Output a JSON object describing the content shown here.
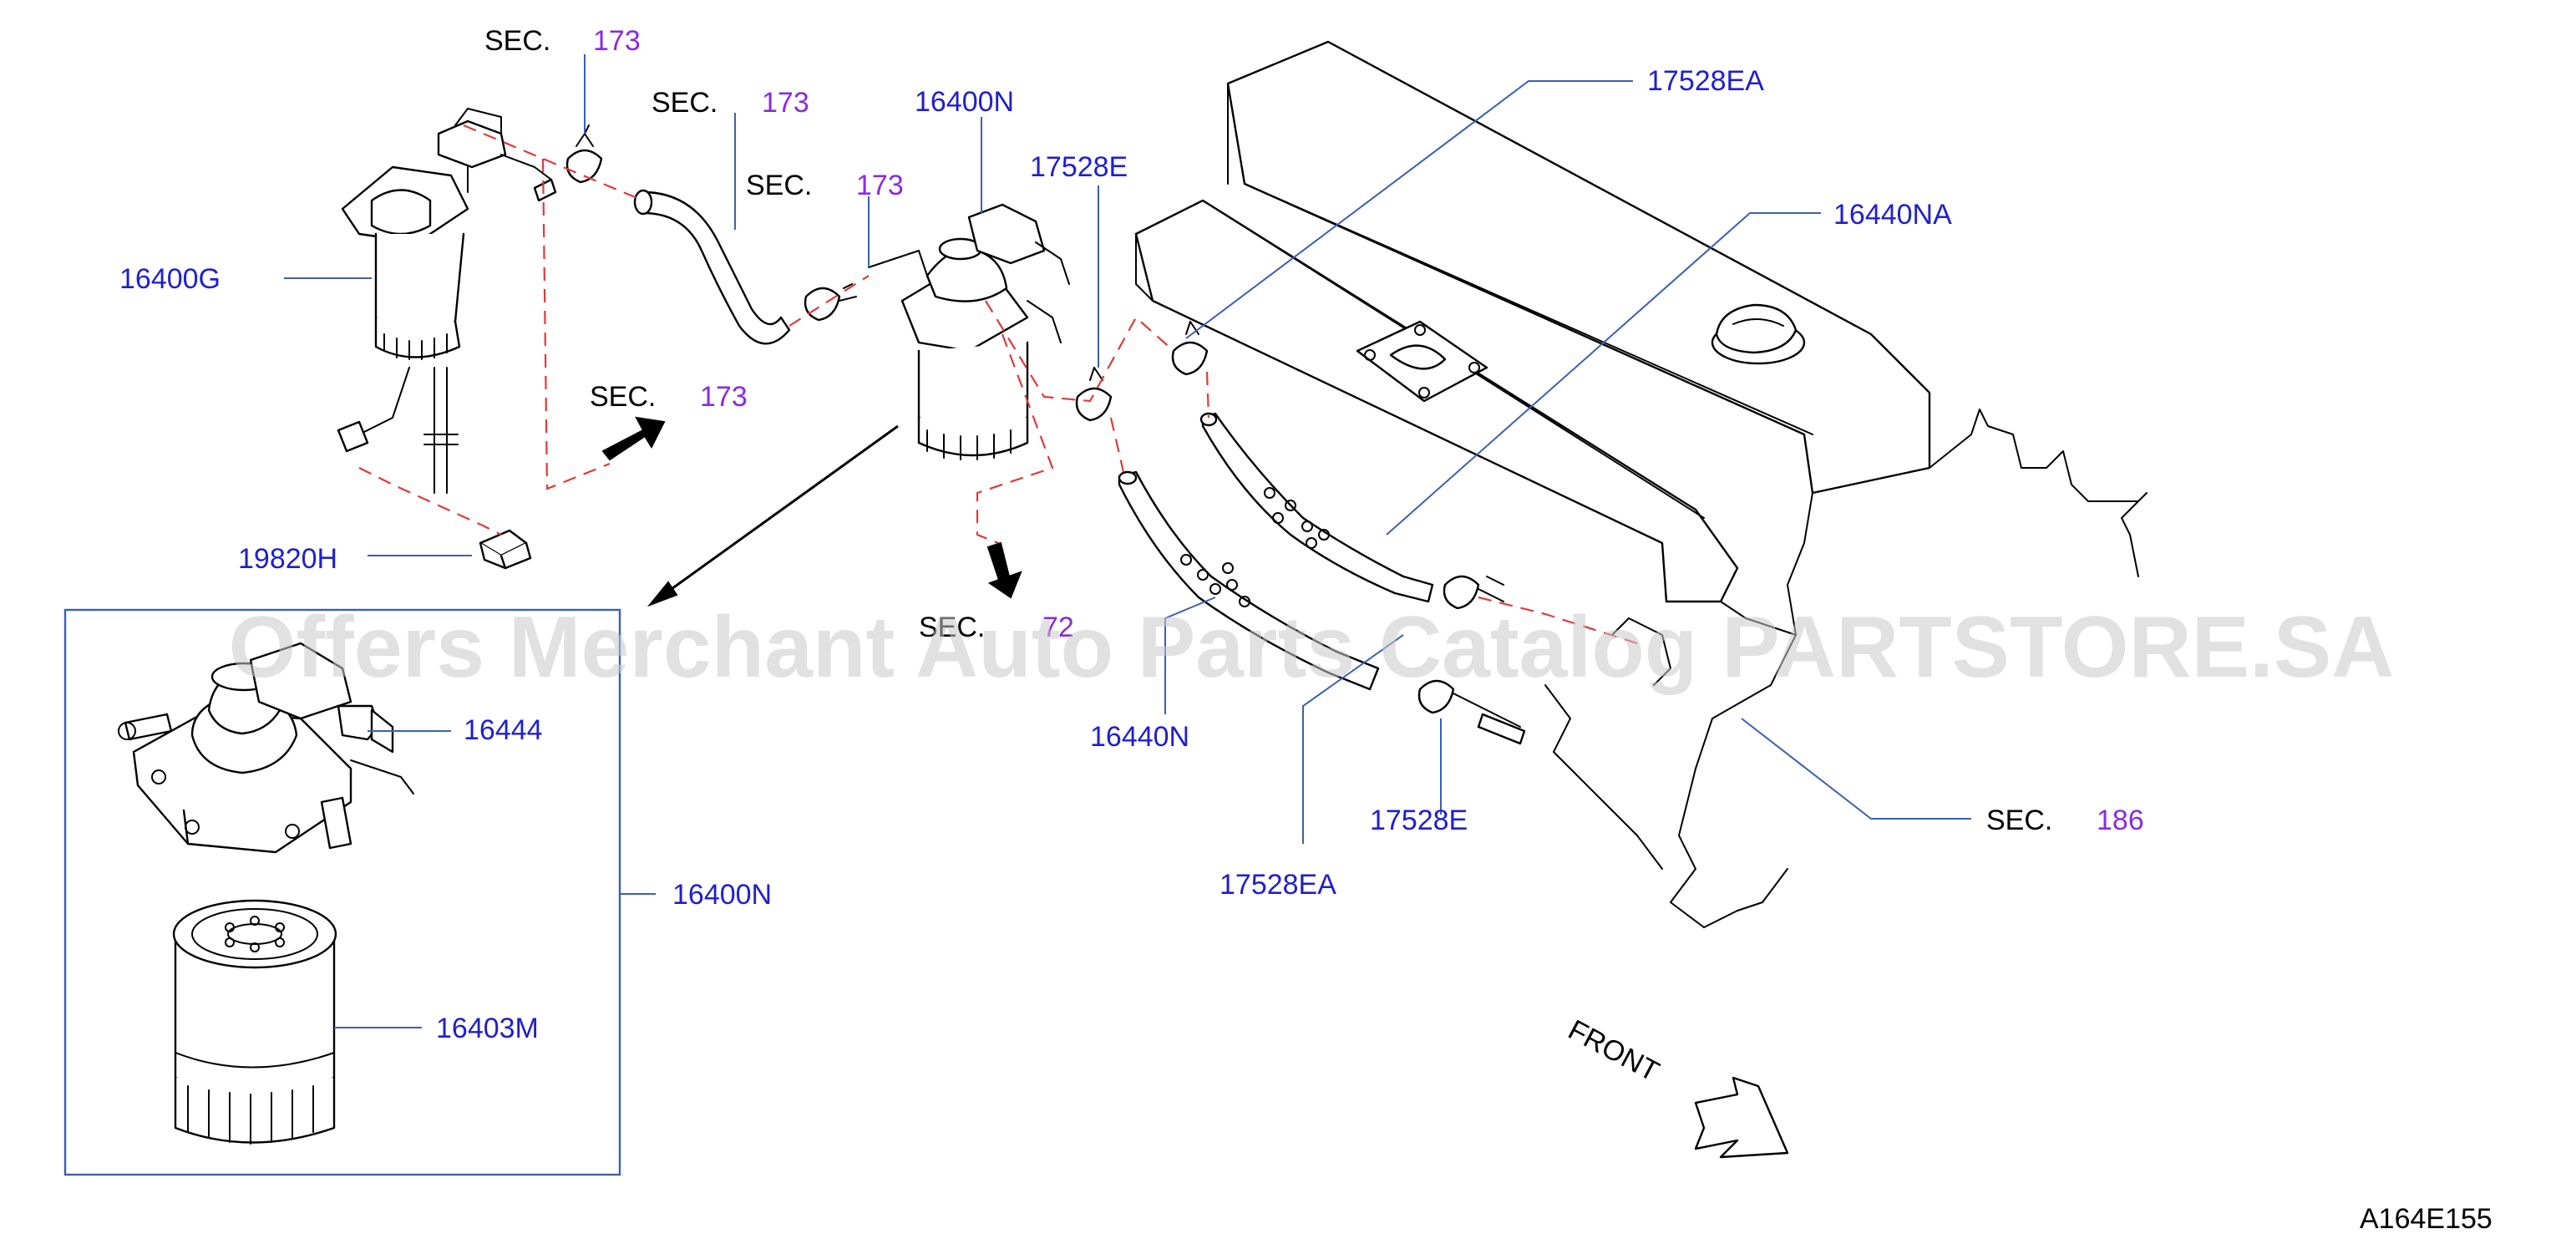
{
  "labels": {
    "p16400G": "16400G",
    "p16400N_top": "16400N",
    "p16400N_box": "16400N",
    "p17528E_top": "17528E",
    "p17528EA_top": "17528EA",
    "p16440NA": "16440NA",
    "p19820H": "19820H",
    "p16444": "16444",
    "p16403M": "16403M",
    "p16440N": "16440N",
    "p17528E_bottom": "17528E",
    "p17528EA_bottom": "17528EA"
  },
  "sections": {
    "prefix": "SEC.",
    "s1": "173",
    "s2": "173",
    "s3": "173",
    "s4": "173",
    "s5": "72",
    "s6": "186"
  },
  "front_label": "FRONT",
  "diagram_code": "A164E155",
  "watermark": "Offers Merchant Auto Parts Catalog PARTSTORE.SA",
  "colors": {
    "part_number": "#1f1fd0",
    "section_number": "#8a2be2",
    "leader": "#3a5fb5",
    "flow_line": "#e03a3a",
    "watermark": "#c9c9c9"
  }
}
